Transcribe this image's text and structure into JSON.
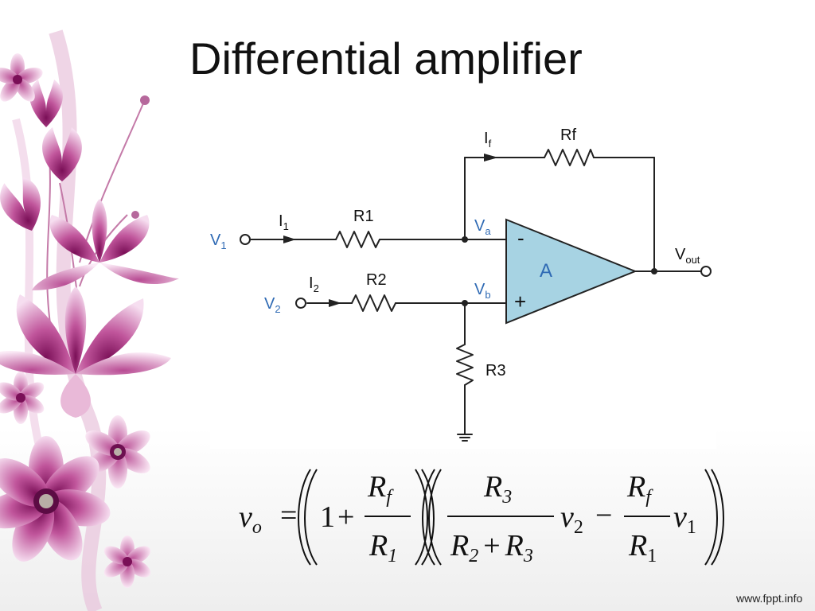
{
  "slide": {
    "title": "Differential amplifier",
    "watermark": "www.fppt.info"
  },
  "circuit": {
    "inputs": [
      {
        "label": "V",
        "sub": "1"
      },
      {
        "label": "V",
        "sub": "2"
      }
    ],
    "currents": [
      {
        "label": "I",
        "sub": "1"
      },
      {
        "label": "I",
        "sub": "2"
      },
      {
        "label": "I",
        "sub": "f"
      }
    ],
    "resistors": [
      "R1",
      "R2",
      "R3",
      "Rf"
    ],
    "nodes": [
      {
        "label": "V",
        "sub": "a"
      },
      {
        "label": "V",
        "sub": "b"
      }
    ],
    "opamp": {
      "label": "A",
      "inverting": "-",
      "noninverting": "+"
    },
    "output": {
      "label": "V",
      "sub": "out"
    },
    "colors": {
      "opamp_fill": "#a7d3e3",
      "input_label": "#2f6ab4",
      "wire": "#222222"
    }
  },
  "equation": {
    "lhs": {
      "symbol": "v",
      "sub": "o"
    },
    "equals": "=",
    "one": "1",
    "plus": "+",
    "minus": "−",
    "frac1": {
      "num": "R",
      "num_sub": "f",
      "den": "R",
      "den_sub": "1"
    },
    "frac2": {
      "num": "R",
      "num_sub": "3",
      "den_a": "R",
      "den_a_sub": "2",
      "den_plus": "+",
      "den_b": "R",
      "den_b_sub": "3"
    },
    "v2": {
      "symbol": "v",
      "sub": "2"
    },
    "frac3": {
      "num": "R",
      "num_sub": "f",
      "den": "R",
      "den_sub": "1"
    },
    "v1": {
      "symbol": "v",
      "sub": "1"
    }
  }
}
